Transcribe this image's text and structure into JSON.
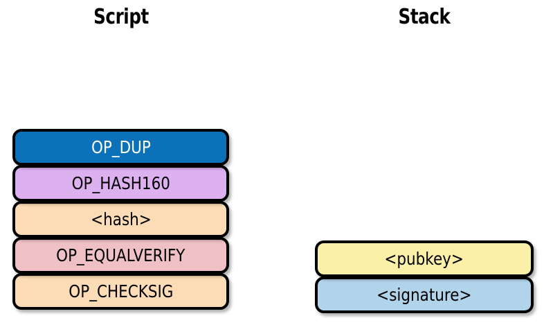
{
  "titles": {
    "script": "Script",
    "stack": "Stack"
  },
  "colors": {
    "background": "#ffffff",
    "outline": "#000000",
    "blue": "#0b72b9",
    "purple": "#ddb0ef",
    "peach": "#fbdcb6",
    "pink": "#efc0c4",
    "yellow": "#fbf0a8",
    "light_blue": "#b2d4ea",
    "text_dark": "#000000",
    "text_light": "#ffffff"
  },
  "script_column": {
    "items": [
      {
        "label": "OP_DUP",
        "fill": "#0b72b9",
        "text": "#ffffff"
      },
      {
        "label": "OP_HASH160",
        "fill": "#ddb0ef",
        "text": "#000000"
      },
      {
        "label": "<hash>",
        "fill": "#fbdcb6",
        "text": "#000000"
      },
      {
        "label": "OP_EQUALVERIFY",
        "fill": "#efc0c4",
        "text": "#000000"
      },
      {
        "label": "OP_CHECKSIG",
        "fill": "#fbdcb6",
        "text": "#000000"
      }
    ]
  },
  "stack_column": {
    "items": [
      {
        "label": "<pubkey>",
        "fill": "#fbf0a8",
        "text": "#000000"
      },
      {
        "label": "<signature>",
        "fill": "#b2d4ea",
        "text": "#000000"
      }
    ]
  }
}
